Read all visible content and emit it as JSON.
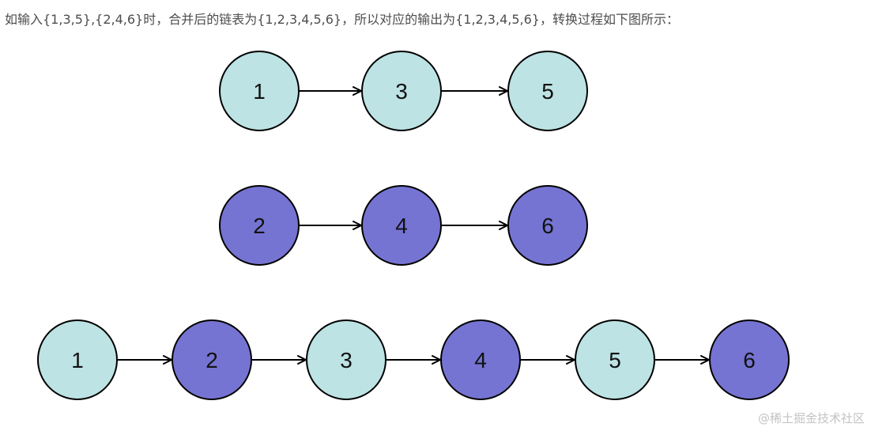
{
  "caption": "如输入{1,3,5},{2,4,6}时，合并后的链表为{1,2,3,4,5,6}，所以对应的输出为{1,2,3,4,5,6}，转换过程如下图所示：",
  "colors": {
    "list_a_fill": "#bde3e4",
    "list_b_fill": "#7674d2",
    "node_stroke": "#000000",
    "caption_text": "#4d4d4d",
    "watermark_text": "#c3c3c3"
  },
  "lists": [
    {
      "id": "list-1",
      "nodes": [
        {
          "label": "1",
          "group": "a"
        },
        {
          "label": "3",
          "group": "a"
        },
        {
          "label": "5",
          "group": "a"
        }
      ]
    },
    {
      "id": "list-2",
      "nodes": [
        {
          "label": "2",
          "group": "b"
        },
        {
          "label": "4",
          "group": "b"
        },
        {
          "label": "6",
          "group": "b"
        }
      ]
    },
    {
      "id": "merged-list",
      "nodes": [
        {
          "label": "1",
          "group": "a"
        },
        {
          "label": "2",
          "group": "b"
        },
        {
          "label": "3",
          "group": "a"
        },
        {
          "label": "4",
          "group": "b"
        },
        {
          "label": "5",
          "group": "a"
        },
        {
          "label": "6",
          "group": "b"
        }
      ]
    }
  ],
  "watermark": "@稀土掘金技术社区"
}
